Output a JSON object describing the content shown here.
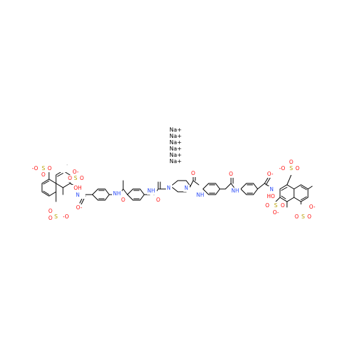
{
  "structure": {
    "counterions": [
      "Na+",
      "Na+",
      "Na+",
      "Na+",
      "Na+",
      "Na+"
    ],
    "colors": {
      "O": "#ff0d0d",
      "N": "#3050f8",
      "S": "#b8a000",
      "C": "#000000"
    }
  },
  "atom_labels": {
    "o_minus_1": "-O",
    "s1": "S",
    "o1a": "O",
    "o1b": "O",
    "s2": "S",
    "o2a": "O",
    "o2b": "O",
    "o_minus_2": "O-",
    "oh_left": "OH",
    "n_left": "N",
    "o_minus_3": "O-",
    "o_minus_4": "-O",
    "s3": "S",
    "o3a": "O",
    "o3b": "O",
    "nh1": "NH",
    "o_amide1": "O",
    "nh2": "NH",
    "o_urea1": "O",
    "n_pip1": "N",
    "n_pip2": "N",
    "o_urea2": "O",
    "nh3": "NH",
    "o_amide2": "O",
    "nh4": "NH",
    "o_minus_5": "O-",
    "n_right": "N",
    "oh_right": "HO",
    "o_minus_6": "-O",
    "s4": "S",
    "o4a": "O",
    "o4b": "O",
    "s5": "S",
    "o5a": "O",
    "o5b": "O",
    "o_minus_7": "O-",
    "s6": "S",
    "o6a": "O",
    "o6b": "O",
    "o_minus_8": "O-"
  }
}
